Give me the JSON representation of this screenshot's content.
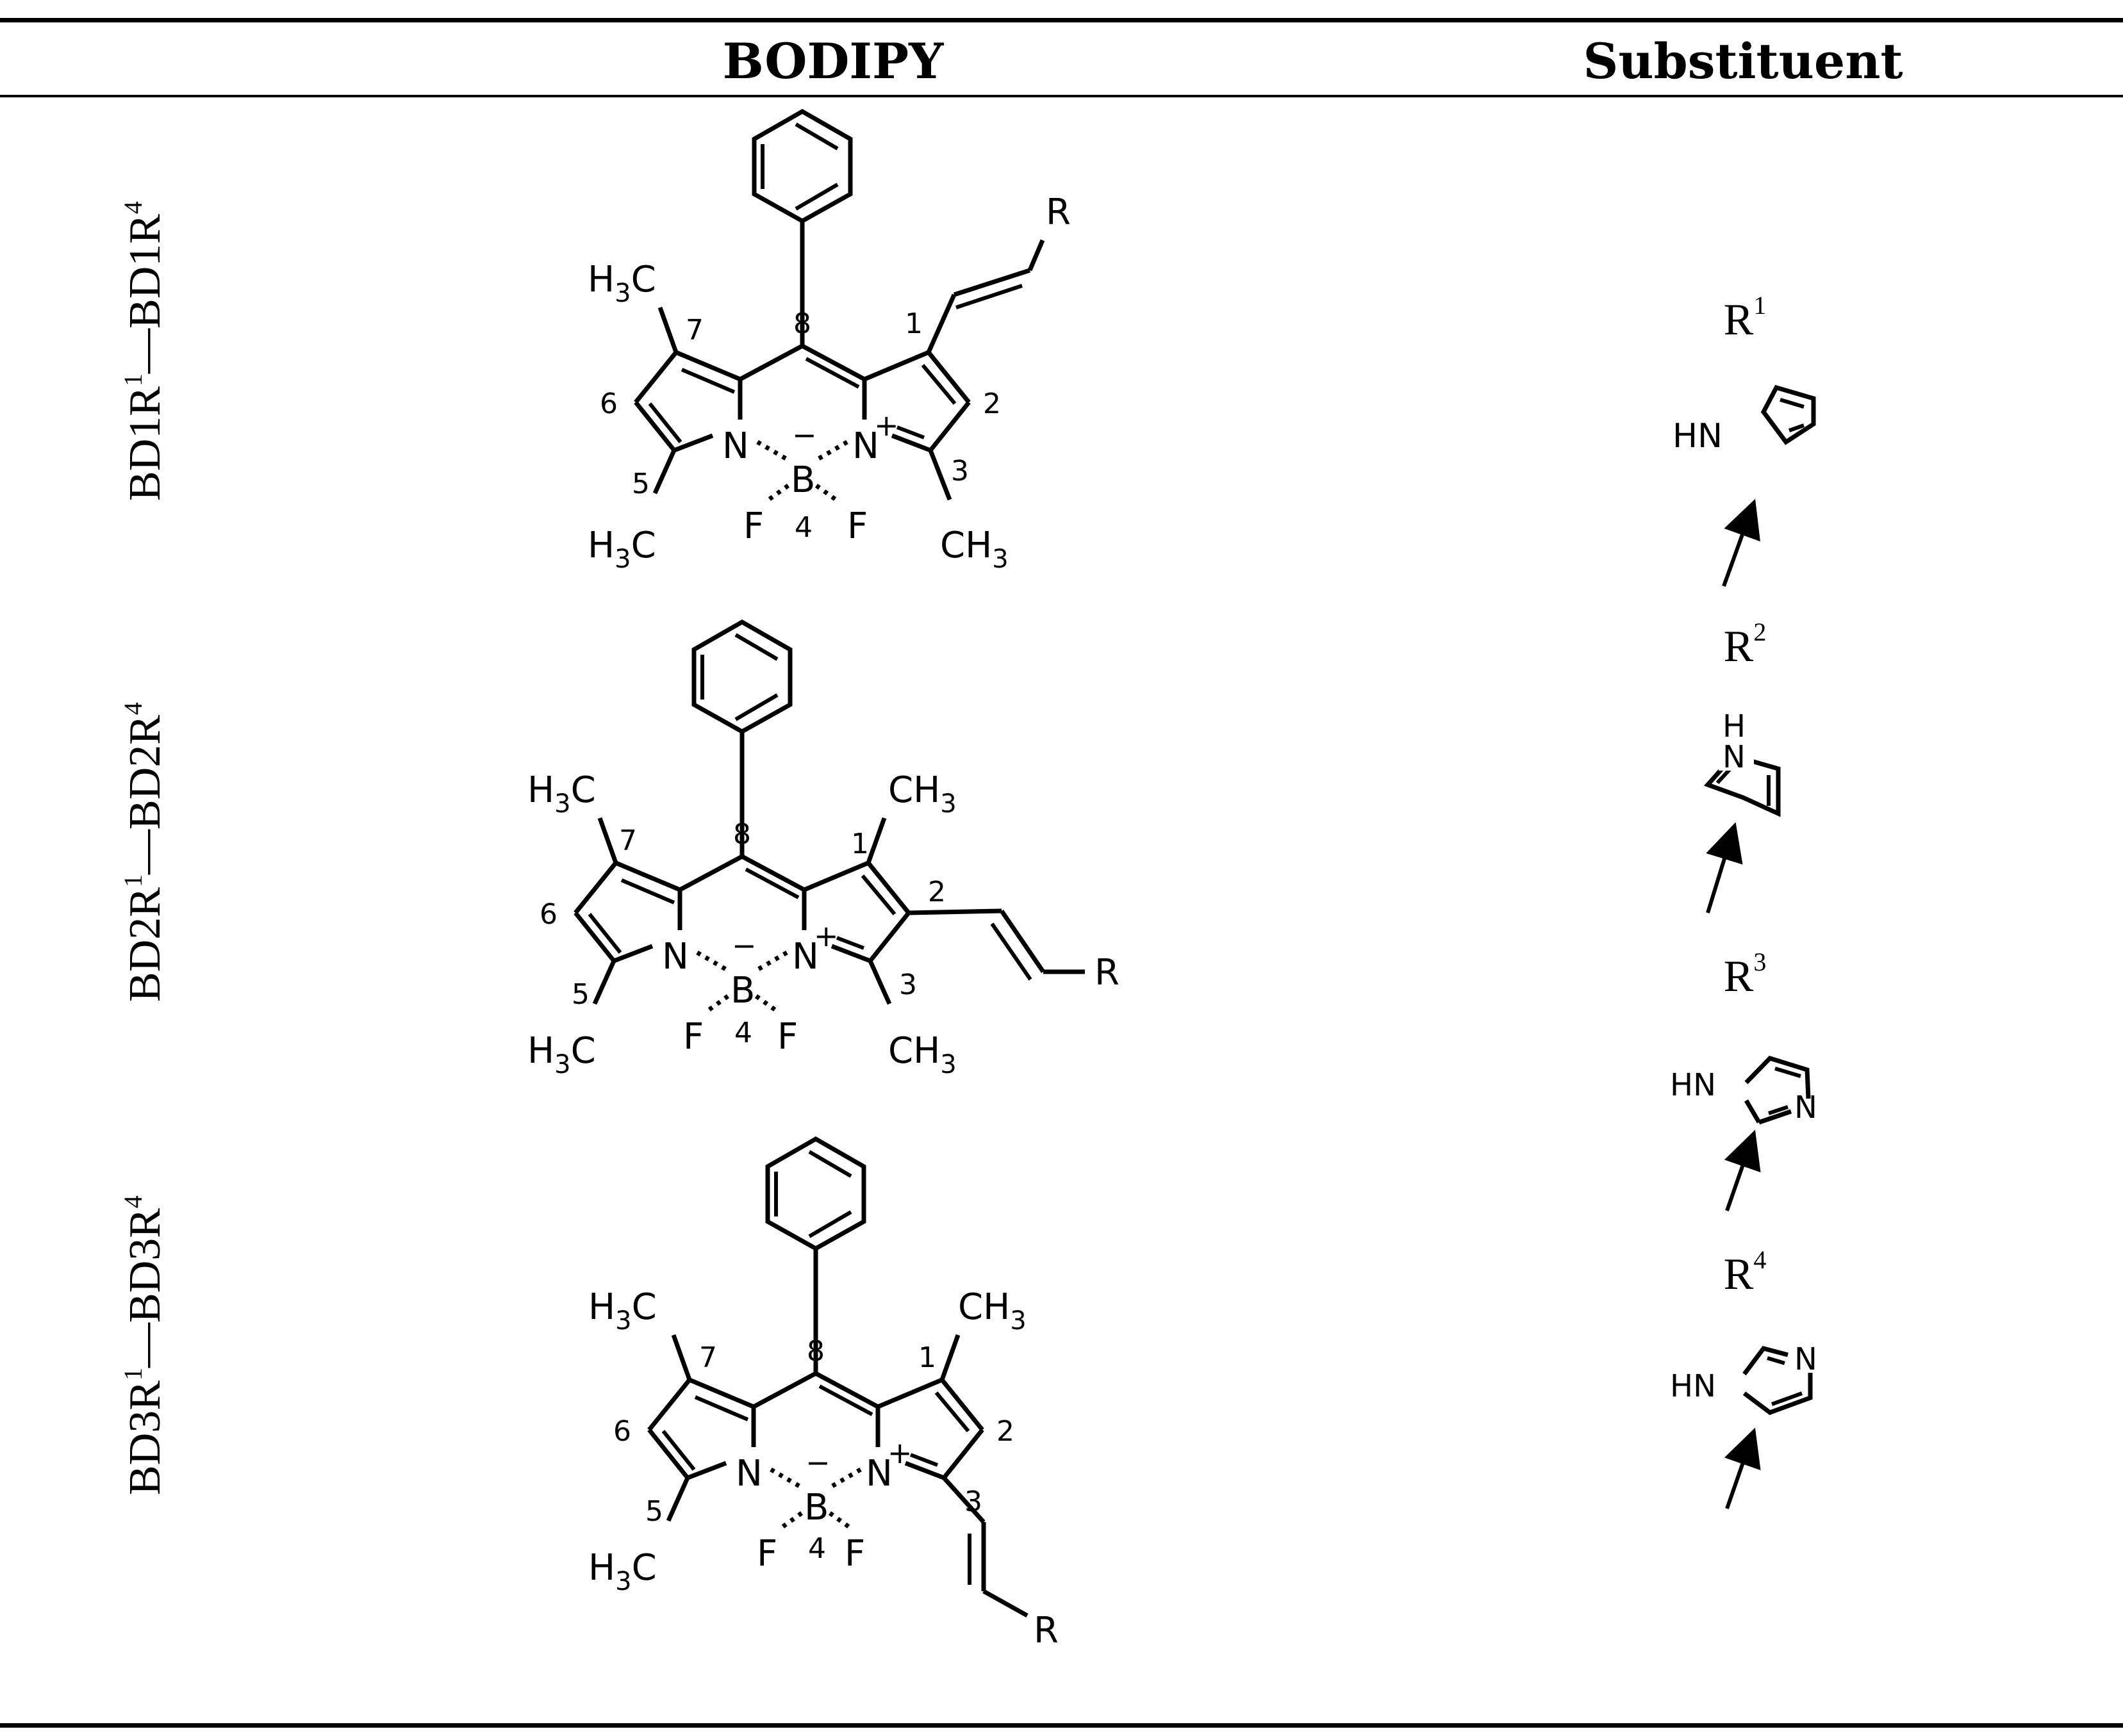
{
  "table": {
    "headers": {
      "bodipy": "BODIPY",
      "substituent": "Substituent"
    },
    "rows": [
      {
        "prefix": "BD1R",
        "sup1": "1",
        "sep": "—BD1R",
        "sup2": "4"
      },
      {
        "prefix": "BD2R",
        "sup1": "1",
        "sep": "—BD2R",
        "sup2": "4"
      },
      {
        "prefix": "BD3R",
        "sup1": "1",
        "sep": "—BD3R",
        "sup2": "4"
      }
    ],
    "substituents": [
      {
        "base": "R",
        "sup": "1",
        "atom_labels": [
          "HN"
        ]
      },
      {
        "base": "R",
        "sup": "2",
        "atom_labels": [
          "H",
          "N"
        ]
      },
      {
        "base": "R",
        "sup": "3",
        "atom_labels": [
          "HN",
          "N"
        ]
      },
      {
        "base": "R",
        "sup": "4",
        "atom_labels": [
          "HN",
          "N"
        ]
      }
    ]
  },
  "structure_labels": {
    "h3c": "H3C",
    "ch3": "CH3",
    "n": "N",
    "n_plus": "N",
    "plus": "+",
    "minus": "−",
    "b": "B",
    "f": "F",
    "r": "R",
    "pos1": "1",
    "pos2": "2",
    "pos3": "3",
    "pos4": "4",
    "pos5": "5",
    "pos6": "6",
    "pos7": "7",
    "pos8": "8"
  }
}
